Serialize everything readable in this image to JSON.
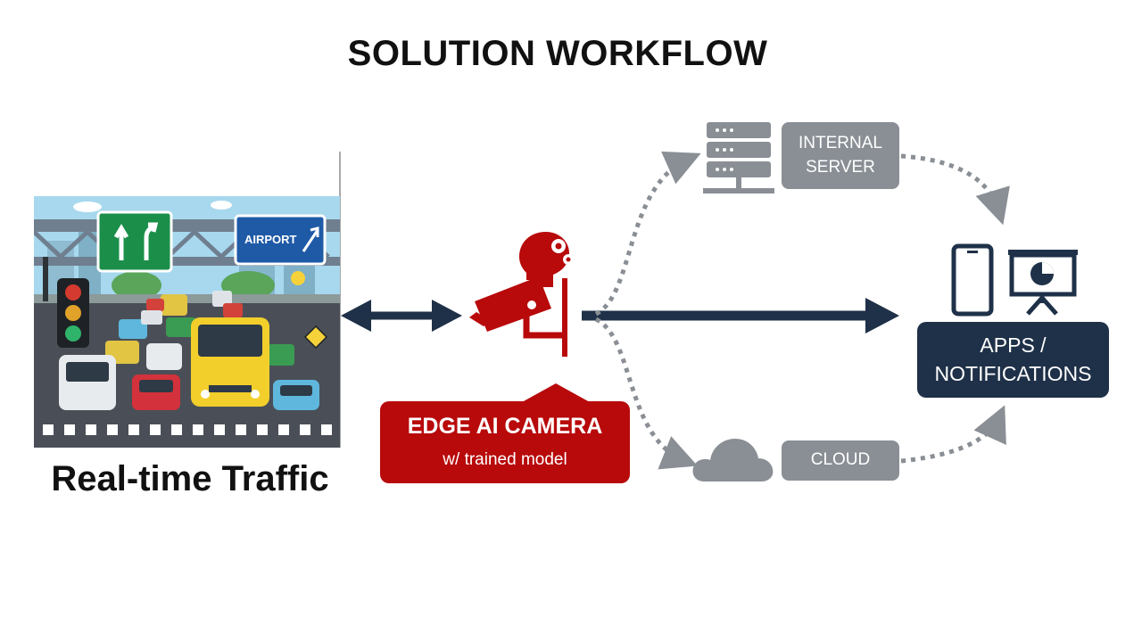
{
  "title": "SOLUTION WORKFLOW",
  "traffic": {
    "label": "Real-time Traffic",
    "sign_airport": "AIRPORT"
  },
  "edge_camera": {
    "title": "EDGE AI CAMERA",
    "subtitle": "w/ trained model"
  },
  "internal_server": {
    "line1": "INTERNAL",
    "line2": "SERVER"
  },
  "cloud": {
    "label": "CLOUD"
  },
  "apps": {
    "line1": "APPS /",
    "line2": "NOTIFICATIONS"
  },
  "colors": {
    "accent_red": "#b8090b",
    "navy": "#1f3148",
    "gray": "#8a8f95"
  },
  "icons": [
    "camera-icon",
    "brain-gear-icon",
    "server-icon",
    "cloud-icon",
    "phone-icon",
    "presentation-icon"
  ]
}
